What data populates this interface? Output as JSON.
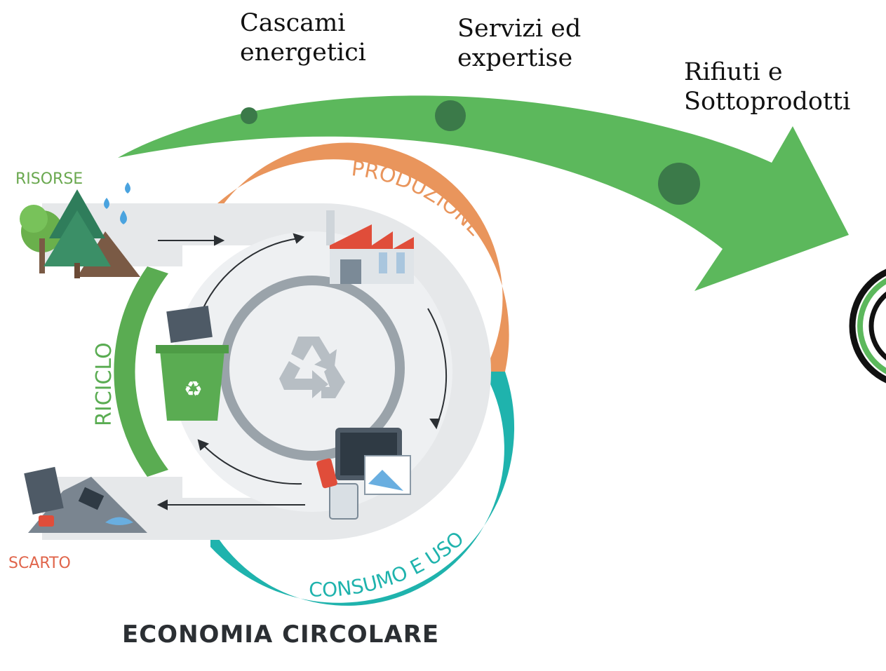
{
  "flow": {
    "labels": [
      {
        "text": "Cascami\nenergetici"
      },
      {
        "text": "Servizi ed\nexpertise"
      },
      {
        "text": "Rifiuti e\nSottoprodotti"
      }
    ]
  },
  "cycle": {
    "stages": {
      "risorse": "RISORSE",
      "produzione": "PRODUZIONE",
      "consumo": "CONSUMO E USO",
      "riciclo": "RICICLO",
      "scarto": "SCARTO"
    },
    "title": "ECONOMIA CIRCOLARE"
  },
  "colors": {
    "flow_arrow": "#5cb85c",
    "flow_dots": "#3b7a49",
    "produzione": "#e9955c",
    "consumo": "#1fb3ad",
    "riciclo": "#5aac52",
    "risorse_text": "#6aa84f",
    "scarto_text": "#e0654b"
  }
}
